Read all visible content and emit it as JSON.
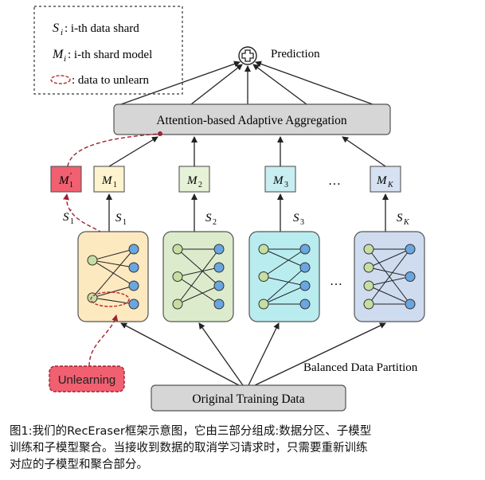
{
  "legend": {
    "shard_symbol": "S",
    "shard_sub": "i",
    "shard_text": " : i-th data shard",
    "model_symbol": "M",
    "model_sub": "i",
    "model_text": ": i-th shard model",
    "unlearn_text": ": data to unlearn"
  },
  "prediction_label": "Prediction",
  "aggregation_label": "Attention-based Adaptive Aggregation",
  "models": [
    {
      "symbol": "M",
      "sub": "1",
      "prime": "′",
      "color": "#f06070"
    },
    {
      "symbol": "M",
      "sub": "1",
      "prime": "",
      "color": "#fdf3cf"
    },
    {
      "symbol": "M",
      "sub": "2",
      "prime": "",
      "color": "#e6f2d8"
    },
    {
      "symbol": "M",
      "sub": "3",
      "prime": "",
      "color": "#c9eef2"
    },
    {
      "symbol": "M",
      "sub": "K",
      "prime": "",
      "color": "#d6e2f2"
    }
  ],
  "shard_labels": [
    {
      "symbol": "S",
      "sub": "1",
      "prime": "′"
    },
    {
      "symbol": "S",
      "sub": "1",
      "prime": ""
    },
    {
      "symbol": "S",
      "sub": "2",
      "prime": ""
    },
    {
      "symbol": "S",
      "sub": "3",
      "prime": ""
    },
    {
      "symbol": "S",
      "sub": "K",
      "prime": ""
    }
  ],
  "shards": [
    {
      "fill": "#fde9bf",
      "stroke": "#555555"
    },
    {
      "fill": "#dcebcc",
      "stroke": "#555555"
    },
    {
      "fill": "#b9ecef",
      "stroke": "#555555"
    },
    {
      "fill": "#cfdcef",
      "stroke": "#555555"
    }
  ],
  "ellipsis": "…",
  "unlearning_label": "Unlearning",
  "partition_label": "Balanced Data Partition",
  "training_label": "Original Training Data",
  "colors": {
    "node_left": "#c5dea1",
    "node_right": "#6aa6e0",
    "unlearn_red": "#c0303a",
    "box_gray": "#d6d6d6"
  },
  "caption": {
    "line1": "图1:我们的RecEraser框架示意图，它由三部分组成:数据分区、子模型",
    "line2": "训练和子模型聚合。当接收到数据的取消学习请求时，只需要重新训练",
    "line3": "对应的子模型和聚合部分。"
  }
}
